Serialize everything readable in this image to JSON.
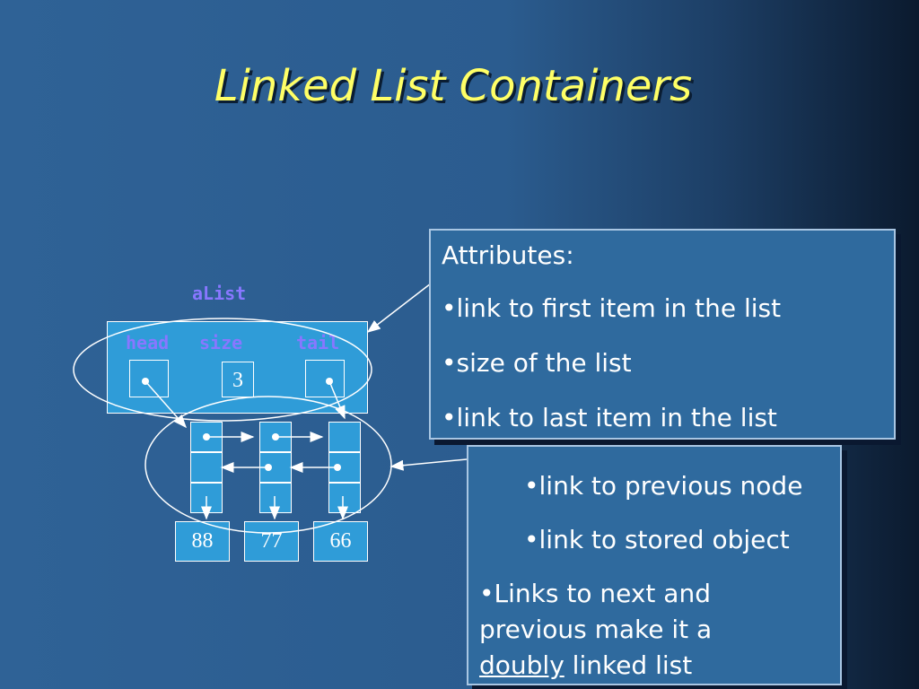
{
  "title": "Linked List Containers",
  "diagram": {
    "container_name": "aList",
    "fields": {
      "head": "head",
      "size": "size",
      "tail": "tail"
    },
    "size_value": "3",
    "values": [
      "88",
      "77",
      "66"
    ]
  },
  "attributes_box": {
    "heading": "Attributes:",
    "items": [
      "•link to first item in the list",
      "•size of the list",
      "•link to last item in the list"
    ]
  },
  "node_box": {
    "items": [
      "•link to previous node",
      "•link to stored object"
    ],
    "note_prefix": "•Links to next and",
    "note_line2": "previous make it a",
    "note_emph": "doubly",
    "note_suffix": " linked list"
  },
  "colors": {
    "title": "#ffff66",
    "field_label": "#8877ff",
    "box_fill": "#2f9cd8"
  }
}
